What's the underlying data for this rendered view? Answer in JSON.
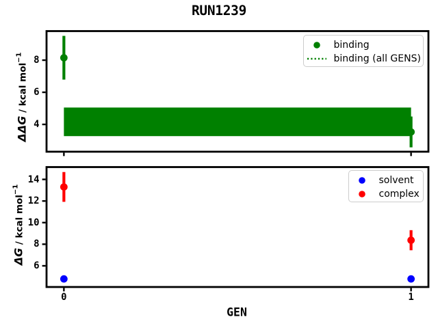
{
  "figure_title": "RUN1239",
  "chart_data": [
    {
      "type": "scatter",
      "title": "RUN1239",
      "xlabel": "",
      "ylabel": "ΔΔG / kcal mol⁻¹",
      "ylabel_parts": {
        "math": "ΔΔG",
        "plain": " / kcal mol",
        "sup": "−1"
      },
      "xlim": [
        -0.05,
        1.05
      ],
      "ylim": [
        2.3,
        9.81
      ],
      "yticks": [
        4,
        6,
        8
      ],
      "xticks": [
        0,
        1
      ],
      "xticklabels": [],
      "grid": false,
      "series": [
        {
          "name": "binding",
          "color": "#008000",
          "marker": "circle",
          "x": [
            0,
            1
          ],
          "y": [
            8.15,
            3.53
          ],
          "yerr": [
            1.36,
            0.96
          ]
        }
      ],
      "band": {
        "name": "binding (all GENS)",
        "color": "#008000",
        "x": [
          0,
          1
        ],
        "y": 4.16,
        "yerr": 0.89,
        "linestyle": "dotted"
      },
      "legend": {
        "position": "upper right",
        "entries": [
          {
            "label": "binding",
            "handle": "marker",
            "color": "#008000"
          },
          {
            "label": "binding (all GENS)",
            "handle": "dotted-line",
            "color": "#008000"
          }
        ]
      }
    },
    {
      "type": "scatter",
      "title": "",
      "xlabel": "GEN",
      "ylabel": "ΔG / kcal mol⁻¹",
      "ylabel_parts": {
        "math": "ΔG",
        "plain": " / kcal mol",
        "sup": "−1"
      },
      "xlim": [
        -0.05,
        1.05
      ],
      "ylim": [
        4.04,
        15.14
      ],
      "yticks": [
        6,
        8,
        10,
        12,
        14
      ],
      "xticks": [
        0,
        1
      ],
      "xticklabels": [
        "0",
        "1"
      ],
      "grid": false,
      "series": [
        {
          "name": "solvent",
          "color": "#0000ff",
          "marker": "circle",
          "x": [
            0,
            1
          ],
          "y": [
            4.79,
            4.79
          ],
          "yerr": [
            0.1,
            0.1
          ]
        },
        {
          "name": "complex",
          "color": "#ff0000",
          "marker": "circle",
          "x": [
            0,
            1
          ],
          "y": [
            13.3,
            8.37
          ],
          "yerr": [
            1.38,
            0.93
          ]
        }
      ],
      "legend": {
        "position": "upper right",
        "entries": [
          {
            "label": "solvent",
            "handle": "marker",
            "color": "#0000ff"
          },
          {
            "label": "complex",
            "handle": "marker",
            "color": "#ff0000"
          }
        ]
      }
    }
  ],
  "colors": {
    "frame": "#000000",
    "text": "#000000",
    "background": "#ffffff",
    "legend_border": "#cccccc"
  }
}
